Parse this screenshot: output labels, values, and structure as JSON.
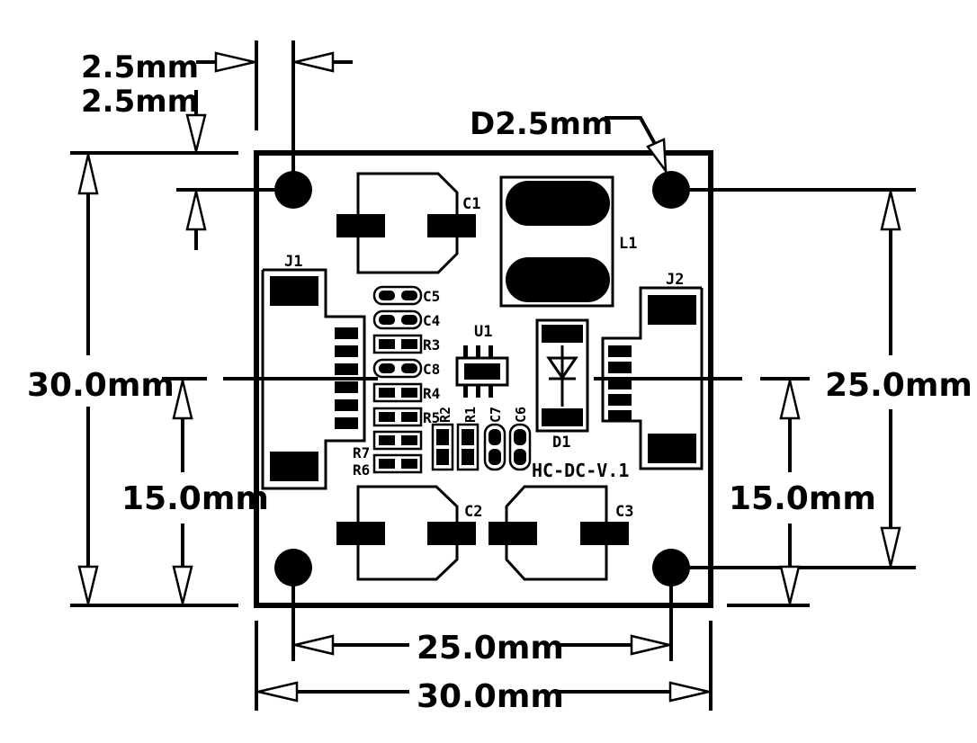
{
  "dimensions": {
    "top_gap": "2.5mm",
    "left_gap": "2.5mm",
    "hole_diameter": "D2.5mm",
    "left_height": "30.0mm",
    "left_half": "15.0mm",
    "right_height": "25.0mm",
    "right_half": "15.0mm",
    "bottom_inner": "25.0mm",
    "bottom_outer": "30.0mm"
  },
  "components": {
    "c1": "C1",
    "c2": "C2",
    "c3": "C3",
    "c4": "C4",
    "c5": "C5",
    "c6": "C6",
    "c7": "C7",
    "c8": "C8",
    "l1": "L1",
    "j1": "J1",
    "j2": "J2",
    "u1": "U1",
    "d1": "D1",
    "r1": "R1",
    "r2": "R2",
    "r3": "R3",
    "r4": "R4",
    "r5": "R5",
    "r6": "R6",
    "r7": "R7"
  },
  "board_label": "HC-DC-V.1"
}
